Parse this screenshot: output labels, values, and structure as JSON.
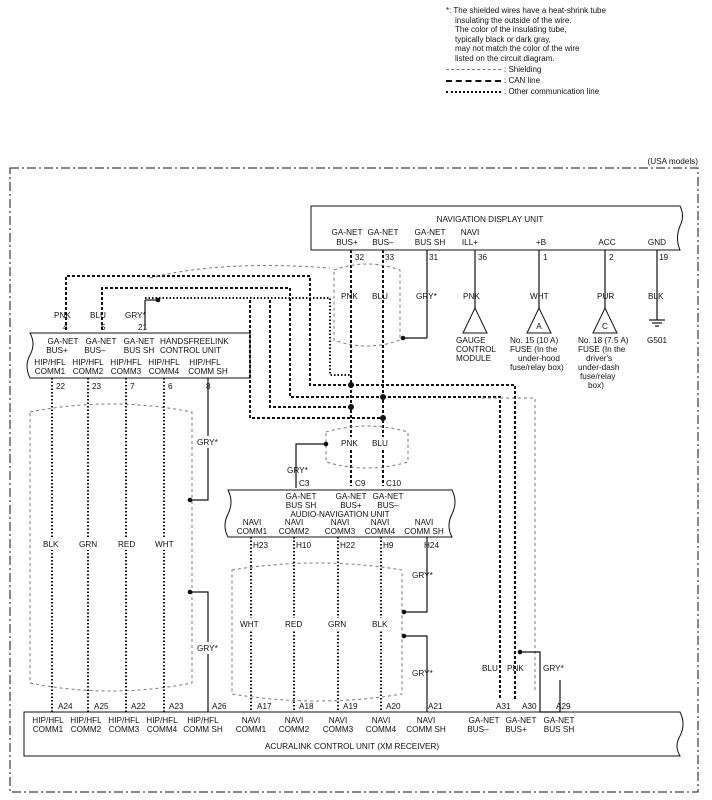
{
  "notes": [
    "*: The shielded wires have a heat-shrink tube",
    "insulating the outside of the wire.",
    "The color of the insulating tube,",
    "typically black or dark gray,",
    "may not match the color of the wire",
    "listed on the circuit diagram."
  ],
  "legend": {
    "shielding": ": Shielding",
    "can": ": CAN line",
    "other": ": Other communication line"
  },
  "models": "(USA models)",
  "nav": {
    "title": "NAVIGATION DISPLAY UNIT",
    "terms": [
      {
        "l1": "GA-NET",
        "l2": "BUS+",
        "pin": "32"
      },
      {
        "l1": "GA-NET",
        "l2": "BUS–",
        "pin": "33"
      },
      {
        "l1": "GA-NET",
        "l2": "BUS SH",
        "pin": "31"
      },
      {
        "l1": "NAVI",
        "l2": "ILL+",
        "pin": "36"
      },
      {
        "l1": "+B",
        "l2": "",
        "pin": "1"
      },
      {
        "l1": "ACC",
        "l2": "",
        "pin": "2"
      },
      {
        "l1": "GND",
        "l2": "",
        "pin": "19"
      }
    ],
    "wires": [
      "PNK",
      "BLU",
      "GRY*",
      "PNK",
      "WHT",
      "PUR",
      "BLK"
    ],
    "gauge": [
      "GAUGE",
      "CONTROL",
      "MODULE"
    ],
    "fuseA": {
      "letter": "A",
      "lines": [
        "No. 15 (10 A)",
        "FUSE (In the",
        "under-hood",
        "fuse/relay box)"
      ]
    },
    "fuseC": {
      "letter": "C",
      "lines": [
        "No. 18 (7.5 A)",
        "FUSE (In the",
        "driver's",
        "under-dash",
        "fuse/relay",
        "box)"
      ]
    },
    "ground": "G501"
  },
  "hfl": {
    "wires": [
      "PNK",
      "BLU",
      "GRY*"
    ],
    "pins_top": [
      "4",
      "5",
      "21"
    ],
    "row1": [
      {
        "l1": "GA-NET",
        "l2": "BUS+"
      },
      {
        "l1": "GA-NET",
        "l2": "BUS–"
      },
      {
        "l1": "GA-NET",
        "l2": "BUS SH"
      },
      {
        "l1": "HANDSFREELINK",
        "l2": "CONTROL UNIT"
      }
    ],
    "row2": [
      {
        "l1": "HIP/HFL",
        "l2": "COMM1"
      },
      {
        "l1": "HIP/HFL",
        "l2": "COMM2"
      },
      {
        "l1": "HIP/HFL",
        "l2": "COMM3"
      },
      {
        "l1": "HIP/HFL",
        "l2": "COMM4"
      },
      {
        "l1": "HIP/HFL",
        "l2": "COMM SH"
      }
    ],
    "pins_bottom": [
      "22",
      "23",
      "7",
      "6",
      "8"
    ],
    "mid_wires": [
      "BLK",
      "GRN",
      "RED",
      "WHT"
    ],
    "sh_wire": "GRY*"
  },
  "center": {
    "wires": [
      "PNK",
      "BLU"
    ],
    "sh_wire": "GRY*"
  },
  "anu": {
    "title": "AUDIO-NAVIGATION UNIT",
    "pins_top": [
      "C3",
      "C9",
      "C10"
    ],
    "top_terms": [
      {
        "l1": "GA-NET",
        "l2": "BUS SH"
      },
      {
        "l1": "GA-NET",
        "l2": "BUS+"
      },
      {
        "l1": "GA-NET",
        "l2": "BUS–"
      }
    ],
    "terms": [
      {
        "l1": "NAVI",
        "l2": "COMM1"
      },
      {
        "l1": "NAVI",
        "l2": "COMM2"
      },
      {
        "l1": "NAVI",
        "l2": "COMM3"
      },
      {
        "l1": "NAVI",
        "l2": "COMM4"
      },
      {
        "l1": "NAVI",
        "l2": "COMM SH"
      }
    ],
    "pins_bottom": [
      "H23",
      "H10",
      "H22",
      "H9",
      "H24"
    ],
    "mid_wires": [
      "WHT",
      "RED",
      "GRN",
      "BLK"
    ],
    "sh_wires": [
      "GRY*",
      "GRY*"
    ]
  },
  "gry_left_lower": "GRY*",
  "right_wires": [
    "BLU",
    "PNK",
    "GRY*"
  ],
  "acu": {
    "title": "ACURALINK CONTROL UNIT (XM RECEIVER)",
    "pins": [
      "A24",
      "A25",
      "A22",
      "A23",
      "A26",
      "A17",
      "A18",
      "A19",
      "A20",
      "A21",
      "A31",
      "A30",
      "A29"
    ],
    "terms": [
      {
        "l1": "HIP/HFL",
        "l2": "COMM1"
      },
      {
        "l1": "HIP/HFL",
        "l2": "COMM2"
      },
      {
        "l1": "HIP/HFL",
        "l2": "COMM3"
      },
      {
        "l1": "HIP/HFL",
        "l2": "COMM4"
      },
      {
        "l1": "HIP/HFL",
        "l2": "COMM SH"
      },
      {
        "l1": "NAVI",
        "l2": "COMM1"
      },
      {
        "l1": "NAVI",
        "l2": "COMM2"
      },
      {
        "l1": "NAVI",
        "l2": "COMM3"
      },
      {
        "l1": "NAVI",
        "l2": "COMM4"
      },
      {
        "l1": "NAVI",
        "l2": "COMM SH"
      },
      {
        "l1": "GA-NET",
        "l2": "BUS–"
      },
      {
        "l1": "GA-NET",
        "l2": "BUS+"
      },
      {
        "l1": "GA-NET",
        "l2": "BUS SH"
      }
    ]
  }
}
